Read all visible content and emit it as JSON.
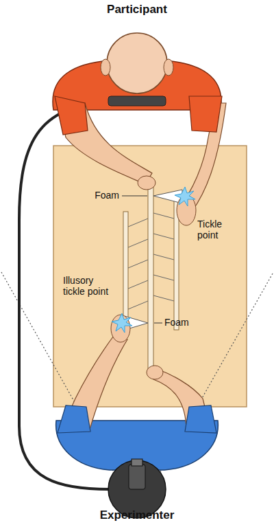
{
  "diagram": {
    "labels": [
      "Participant",
      "Foam",
      "Tickle point",
      "Illusory tickle point",
      "Foam",
      "Experimenter"
    ]
  }
}
